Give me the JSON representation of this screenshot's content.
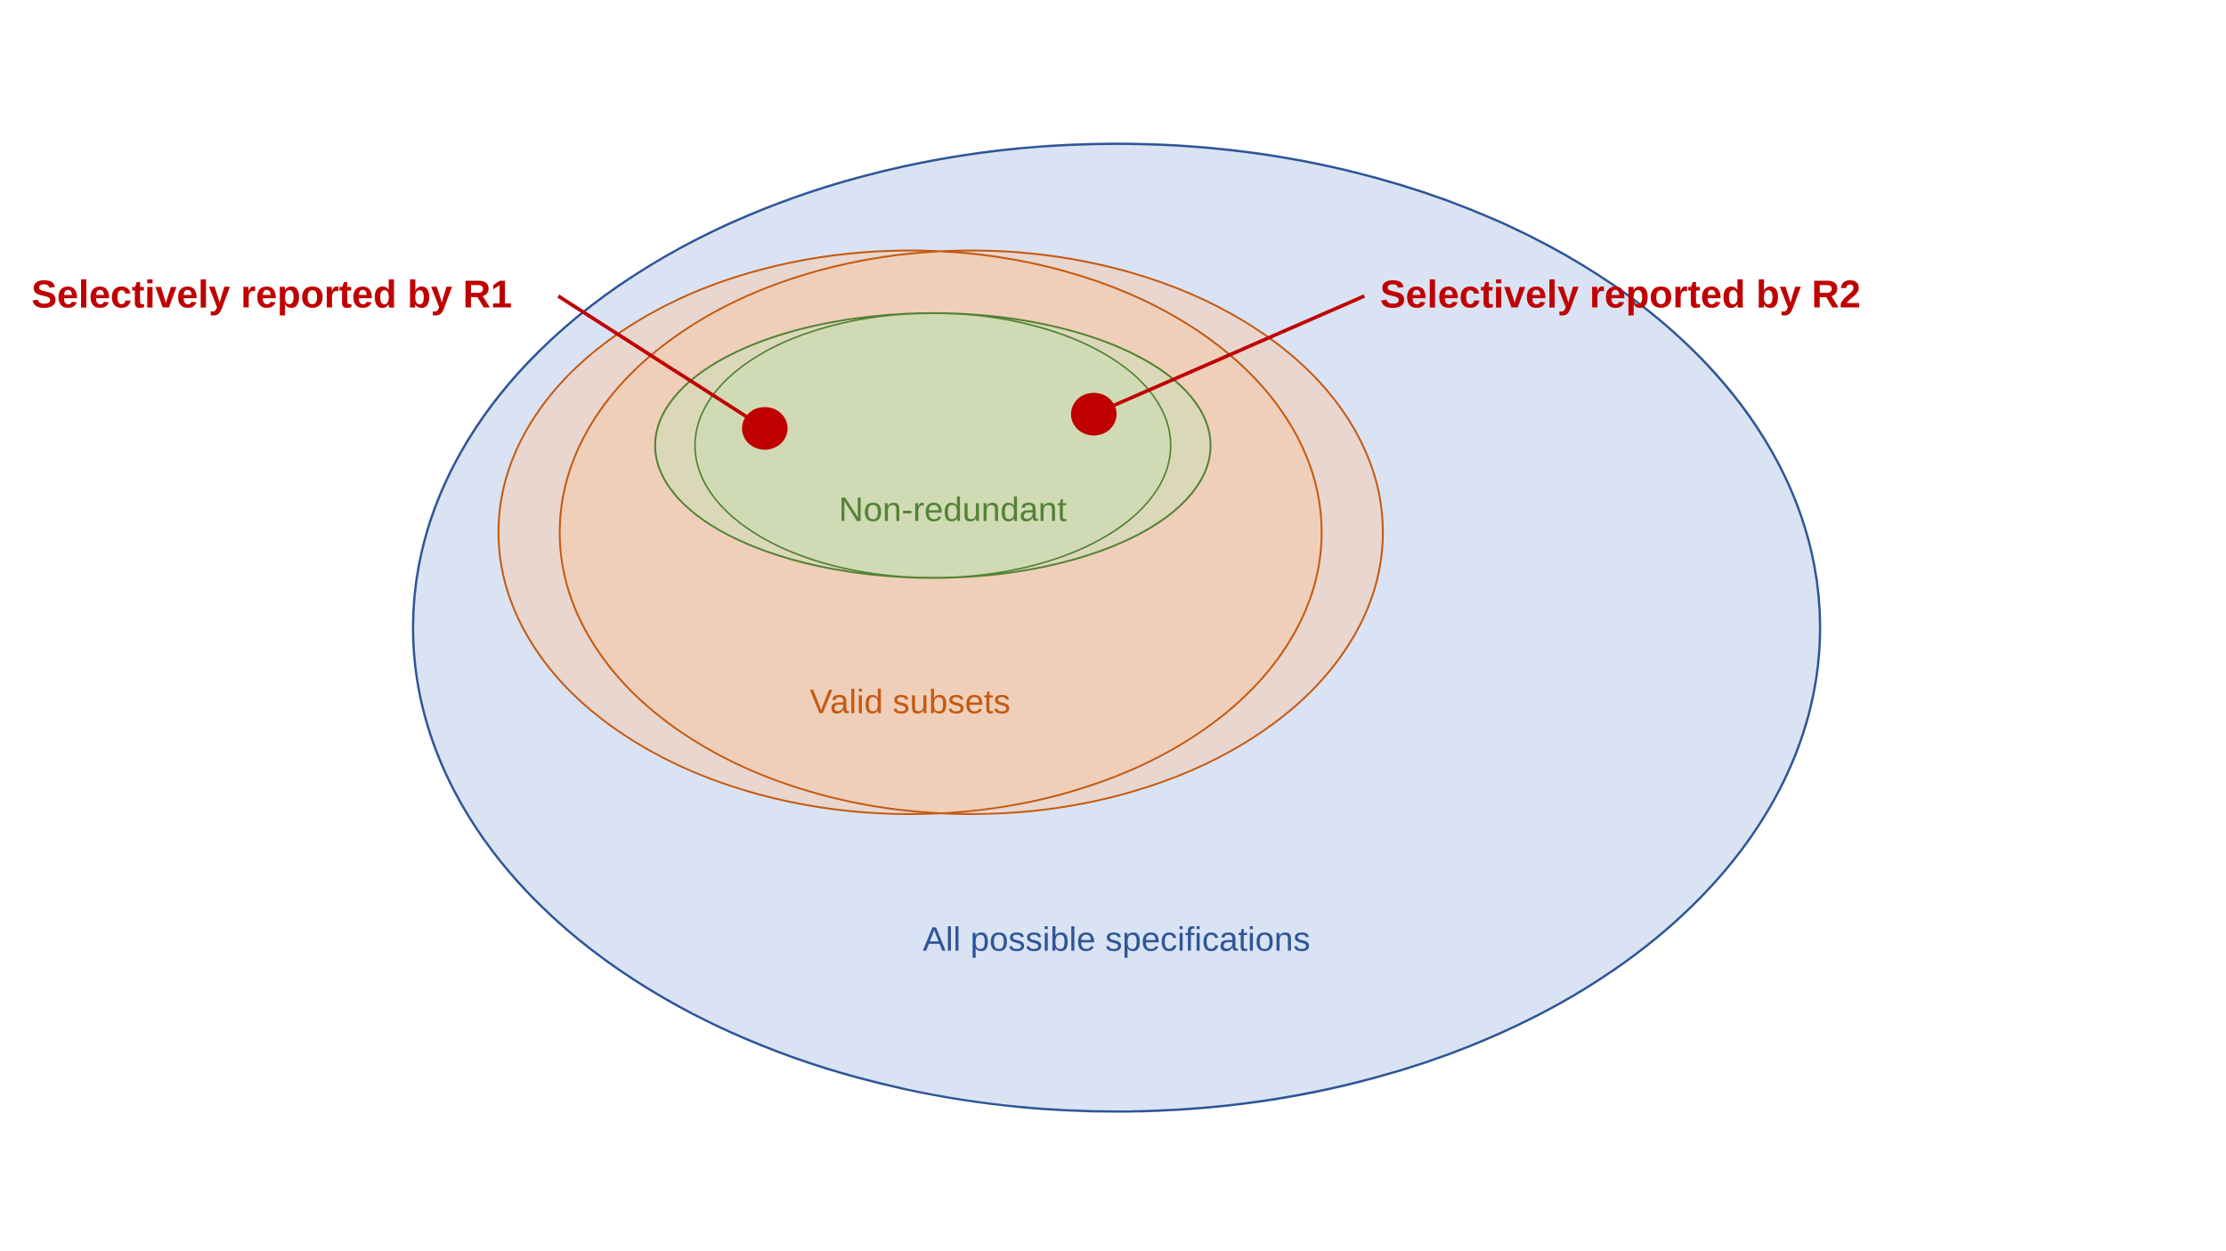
{
  "labels": {
    "all": "All possible specifications",
    "valid": "Valid subsets",
    "nonredundant": "Non-redundant",
    "r1": "Selectively reported by R1",
    "r2": "Selectively reported by R2"
  },
  "colors": {
    "blue_fill": "#dae3f3",
    "blue_stroke": "#2f5597",
    "orange_stroke": "#c55a11",
    "green_stroke": "#548235",
    "red": "#c00000"
  }
}
